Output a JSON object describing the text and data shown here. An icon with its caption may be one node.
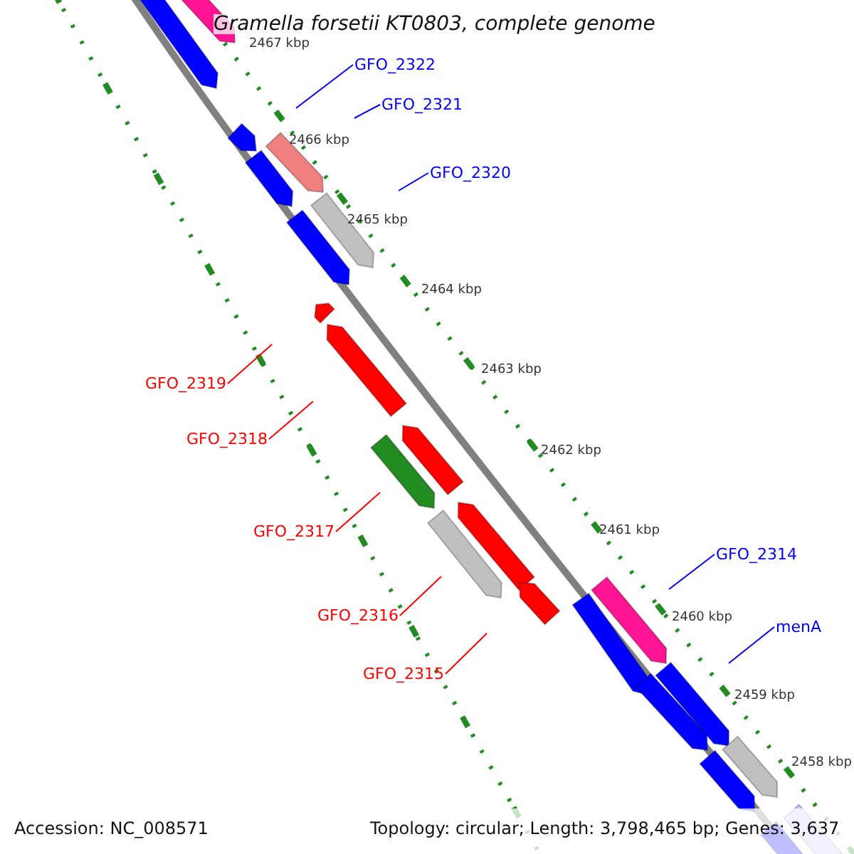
{
  "diagram": {
    "title": "Gramella forsetii KT0803, complete genome",
    "nodes": [
      {
        "text": [
          "GFO_2322"
        ]
      },
      {
        "text": [
          "GFO_2321"
        ]
      },
      {
        "text": [
          "GFO_2320"
        ]
      },
      {
        "text": [
          "GFO_2319"
        ]
      },
      {
        "text": [
          "GFO_2318"
        ]
      },
      {
        "text": [
          "GFO_2317"
        ]
      },
      {
        "text": [
          "GFO_2316"
        ]
      },
      {
        "text": [
          "GFO_2315"
        ]
      },
      {
        "text": [
          "GFO_2314"
        ]
      },
      {
        "text": [
          "menA"
        ]
      }
    ],
    "edges": [
      {
        "from": 0,
        "to": null,
        "arrow": "none"
      },
      {
        "from": 1,
        "to": null,
        "arrow": "none"
      },
      {
        "from": 2,
        "to": null,
        "arrow": "none"
      },
      {
        "from": 3,
        "to": null,
        "arrow": "none",
        "color": "#ff0000"
      },
      {
        "from": 4,
        "to": null,
        "arrow": "none",
        "color": "#ff0000"
      },
      {
        "from": 5,
        "to": null,
        "arrow": "none",
        "color": "#ff0000"
      },
      {
        "from": 6,
        "to": null,
        "arrow": "none",
        "color": "#ff0000"
      },
      {
        "from": 7,
        "to": null,
        "arrow": "none",
        "color": "#ff0000"
      },
      {
        "from": 8,
        "to": null,
        "arrow": "none"
      },
      {
        "from": 9,
        "to": null,
        "arrow": "none"
      }
    ],
    "labels": [
      "2467 kbp",
      "2466 kbp",
      "2465 kbp",
      "2464 kbp",
      "2463 kbp",
      "2462 kbp",
      "2461 kbp",
      "2460 kbp",
      "2459 kbp",
      "2458 kbp",
      "Accession: NC_008571",
      "Topology: circular; Length: 3,798,465 bp; Genes: 3,637"
    ]
  }
}
